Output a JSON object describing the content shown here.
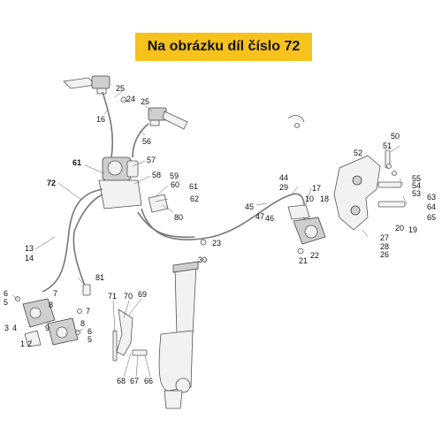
{
  "banner": {
    "text": "Na obrázku díl číslo 72",
    "bg_color": "#f6c21b"
  },
  "callouts": [
    {
      "id": "c25a",
      "text": "25",
      "bold": false
    },
    {
      "id": "c24",
      "text": "24",
      "bold": false
    },
    {
      "id": "c25b",
      "text": "25",
      "bold": false
    },
    {
      "id": "c16",
      "text": "16",
      "bold": false
    },
    {
      "id": "c56",
      "text": "56",
      "bold": false
    },
    {
      "id": "c61a",
      "text": "61",
      "bold": true
    },
    {
      "id": "c57",
      "text": "57",
      "bold": false
    },
    {
      "id": "c58",
      "text": "58",
      "bold": false
    },
    {
      "id": "c59",
      "text": "59",
      "bold": false
    },
    {
      "id": "c60",
      "text": "60",
      "bold": false
    },
    {
      "id": "c61b",
      "text": "61",
      "bold": false
    },
    {
      "id": "c62",
      "text": "62",
      "bold": false
    },
    {
      "id": "c80",
      "text": "80",
      "bold": false
    },
    {
      "id": "c72",
      "text": "72",
      "bold": true
    },
    {
      "id": "c13",
      "text": "13",
      "bold": false
    },
    {
      "id": "c14",
      "text": "14",
      "bold": false
    },
    {
      "id": "c44",
      "text": "44",
      "bold": false
    },
    {
      "id": "c29",
      "text": "29",
      "bold": false
    },
    {
      "id": "c45",
      "text": "45",
      "bold": false
    },
    {
      "id": "c47",
      "text": "47",
      "bold": false
    },
    {
      "id": "c46",
      "text": "46",
      "bold": false
    },
    {
      "id": "c17",
      "text": "17",
      "bold": false
    },
    {
      "id": "c10",
      "text": "10",
      "bold": false
    },
    {
      "id": "c18",
      "text": "18",
      "bold": false
    },
    {
      "id": "c23",
      "text": "23",
      "bold": false
    },
    {
      "id": "c30",
      "text": "30",
      "bold": false
    },
    {
      "id": "c21",
      "text": "21",
      "bold": false
    },
    {
      "id": "c22",
      "text": "22",
      "bold": false
    },
    {
      "id": "c50",
      "text": "50",
      "bold": false
    },
    {
      "id": "c51",
      "text": "51",
      "bold": false
    },
    {
      "id": "c52",
      "text": "52",
      "bold": false
    },
    {
      "id": "c55",
      "text": "55",
      "bold": false
    },
    {
      "id": "c54",
      "text": "54",
      "bold": false
    },
    {
      "id": "c53",
      "text": "53",
      "bold": false
    },
    {
      "id": "c63",
      "text": "63",
      "bold": false
    },
    {
      "id": "c64",
      "text": "64",
      "bold": false
    },
    {
      "id": "c65",
      "text": "65",
      "bold": false
    },
    {
      "id": "c20",
      "text": "20",
      "bold": false
    },
    {
      "id": "c19",
      "text": "19",
      "bold": false
    },
    {
      "id": "c27",
      "text": "27",
      "bold": false
    },
    {
      "id": "c28",
      "text": "28",
      "bold": false
    },
    {
      "id": "c26",
      "text": "26",
      "bold": false
    },
    {
      "id": "c81",
      "text": "81",
      "bold": false
    },
    {
      "id": "c71",
      "text": "71",
      "bold": false
    },
    {
      "id": "c70",
      "text": "70",
      "bold": false
    },
    {
      "id": "c69",
      "text": "69",
      "bold": false
    },
    {
      "id": "c6a",
      "text": "6",
      "bold": false
    },
    {
      "id": "c5a",
      "text": "5",
      "bold": false
    },
    {
      "id": "c7a",
      "text": "7",
      "bold": false
    },
    {
      "id": "c8a",
      "text": "8",
      "bold": false
    },
    {
      "id": "c7b",
      "text": "7",
      "bold": false
    },
    {
      "id": "c3",
      "text": "3",
      "bold": false
    },
    {
      "id": "c4",
      "text": "4",
      "bold": false
    },
    {
      "id": "c9",
      "text": "9",
      "bold": false
    },
    {
      "id": "c8b",
      "text": "8",
      "bold": false
    },
    {
      "id": "c6b",
      "text": "6",
      "bold": false
    },
    {
      "id": "c5b",
      "text": "5",
      "bold": false
    },
    {
      "id": "c1",
      "text": "1",
      "bold": false
    },
    {
      "id": "c2",
      "text": "2",
      "bold": false
    },
    {
      "id": "c68",
      "text": "68",
      "bold": false
    },
    {
      "id": "c67",
      "text": "67",
      "bold": false
    },
    {
      "id": "c66",
      "text": "66",
      "bold": false
    }
  ]
}
